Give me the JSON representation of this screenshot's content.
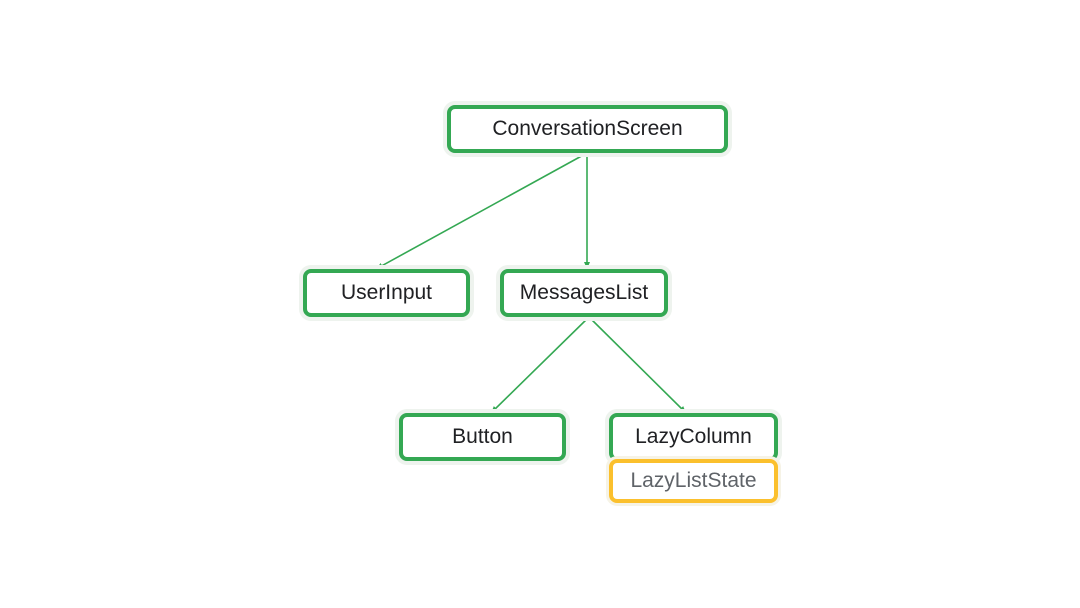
{
  "colors": {
    "composable_border": "#34a853",
    "state_border": "#fbc02d",
    "edge": "#34a853"
  },
  "nodes": {
    "conversation_screen": "ConversationScreen",
    "user_input": "UserInput",
    "messages_list": "MessagesList",
    "button": "Button",
    "lazy_column": "LazyColumn",
    "lazy_list_state": "LazyListState"
  },
  "edges": [
    {
      "from": "ConversationScreen",
      "to": "UserInput"
    },
    {
      "from": "ConversationScreen",
      "to": "MessagesList"
    },
    {
      "from": "MessagesList",
      "to": "Button"
    },
    {
      "from": "MessagesList",
      "to": "LazyColumn"
    }
  ]
}
